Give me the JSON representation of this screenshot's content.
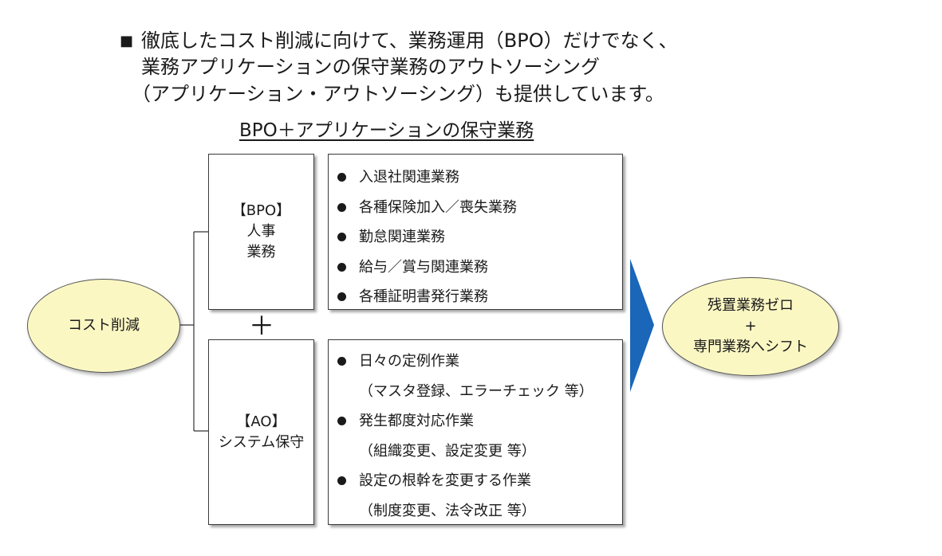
{
  "intro": {
    "bullet": "■",
    "line1": "徹底したコスト削減に向けて、業務運用（BPO）だけでなく、",
    "line2": "業務アプリケーションの保守業務のアウトソーシング",
    "line3": "（アプリケーション・アウトソーシング）も提供しています。"
  },
  "diagram_title": "BPO＋アプリケーションの保守業務",
  "start_node": "コスト削減",
  "bpo": {
    "tag": "【BPO】",
    "line1": "人事",
    "line2": "業務",
    "items": [
      "入退社関連業務",
      "各種保険加入／喪失業務",
      "勤怠関連業務",
      "給与／賞与関連業務",
      "各種証明書発行業務"
    ]
  },
  "plus_sign": "＋",
  "ao": {
    "tag": "【AO】",
    "line1": "システム保守",
    "items": [
      {
        "text": "日々の定例作業",
        "detail": "（マスタ登録、エラーチェック 等）"
      },
      {
        "text": "発生都度対応作業",
        "detail": "（組織変更、設定変更 等）"
      },
      {
        "text": "設定の根幹を変更する作業",
        "detail": "（制度変更、法令改正 等）"
      }
    ]
  },
  "result_node": {
    "line1": "残置業務ゼロ",
    "line2": "+",
    "line3": "専門業務へシフト"
  },
  "colors": {
    "ellipse_fill": "#fbf7c3",
    "arrow_fill": "#1a66b8",
    "line": "#333333"
  }
}
